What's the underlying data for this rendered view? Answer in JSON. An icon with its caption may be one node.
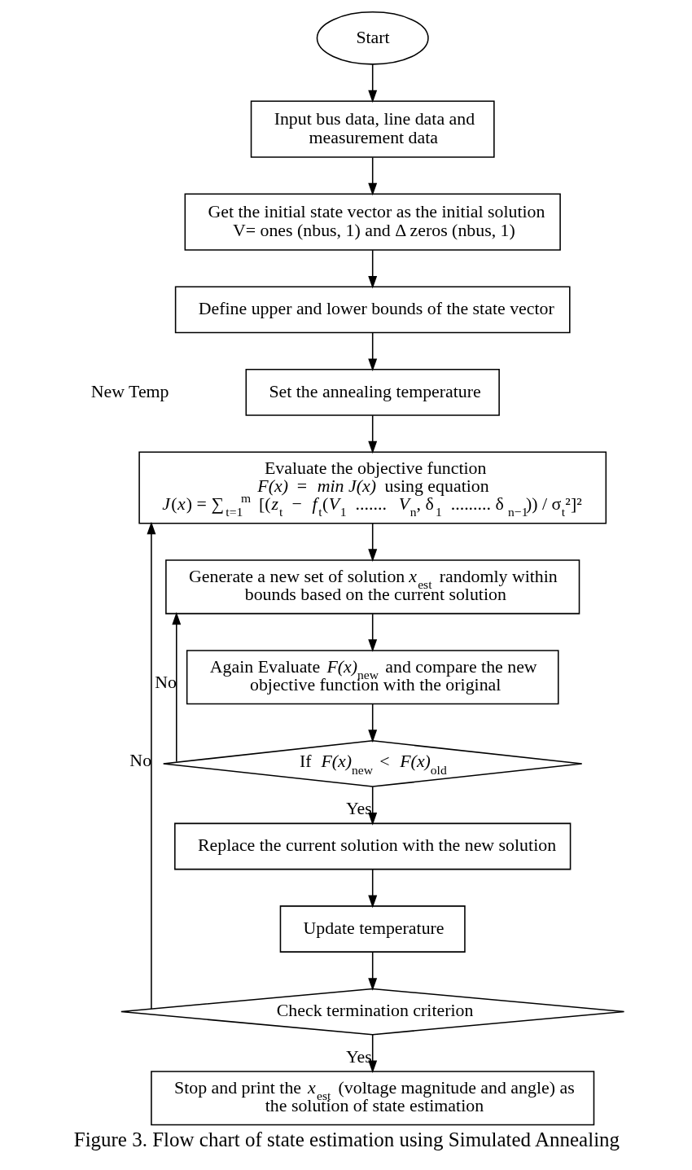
{
  "diagram": {
    "caption": "Figure 3. Flow chart of state estimation using Simulated Annealing",
    "nodes": [
      {
        "text": [
          "Start"
        ]
      },
      {
        "text": [
          "Input bus data, line data and measurement data"
        ]
      },
      {
        "text": [
          "Get the initial state vector as the initial solution",
          "V= ones (nbus, 1) and Δ zeros (nbus, 1)"
        ]
      },
      {
        "text": [
          "Define upper and lower bounds of the state vector"
        ]
      },
      {
        "text": [
          "Set the annealing temperature"
        ]
      },
      {
        "text": [
          "Evaluate the objective function *F(x)* = *min J(x)* using equation",
          "*J*(*x*) = ∑$_{t=1}$$^{m}$ [(*z*$_{t}$ − *f*$_{t}$(*V*$_{1}$ ....... *V*$_{n}$, δ$_{1}$ ......... δ$_{n−1}$)) / σ$_{t}$²]²"
        ]
      },
      {
        "text": [
          "Generate a new set of solution *x*$_{est}$ randomly within bounds based on the current solution"
        ]
      },
      {
        "text": [
          "Again Evaluate *F(x)*$_{new}$ and compare the new objective function with the original"
        ]
      },
      {
        "text": [
          "If *F(x)*$_{new}$ < *F(x)*$_{old}$"
        ]
      },
      {
        "text": [
          "Replace the current solution with the new solution"
        ]
      },
      {
        "text": [
          "Update temperature"
        ]
      },
      {
        "text": [
          "Check termination criterion"
        ]
      },
      {
        "text": [
          "Stop and print the *x*$_{est}$ (voltage magnitude and angle) as the solution of state estimation"
        ]
      }
    ],
    "edges": [
      {
        "from": 0,
        "to": 1,
        "arrow": "to"
      },
      {
        "from": 1,
        "to": 2,
        "arrow": "to"
      },
      {
        "from": 2,
        "to": 3,
        "arrow": "to"
      },
      {
        "from": 3,
        "to": 4,
        "arrow": "to"
      },
      {
        "from": 4,
        "to": 5,
        "arrow": "to"
      },
      {
        "from": 5,
        "to": 6,
        "arrow": "to"
      },
      {
        "from": 6,
        "to": 7,
        "arrow": "to"
      },
      {
        "from": 7,
        "to": 8,
        "arrow": "to"
      },
      {
        "from": 8,
        "to": 6,
        "arrow": "to",
        "label": "No"
      },
      {
        "from": 8,
        "to": 9,
        "arrow": "to",
        "label": "Yes"
      },
      {
        "from": 9,
        "to": 10,
        "arrow": "to"
      },
      {
        "from": 10,
        "to": 11,
        "arrow": "to"
      },
      {
        "from": 11,
        "to": 5,
        "arrow": "to",
        "label": "No"
      },
      {
        "from": 11,
        "to": 12,
        "arrow": "to",
        "label": "Yes"
      }
    ],
    "labels": [
      "New Temp"
    ]
  }
}
